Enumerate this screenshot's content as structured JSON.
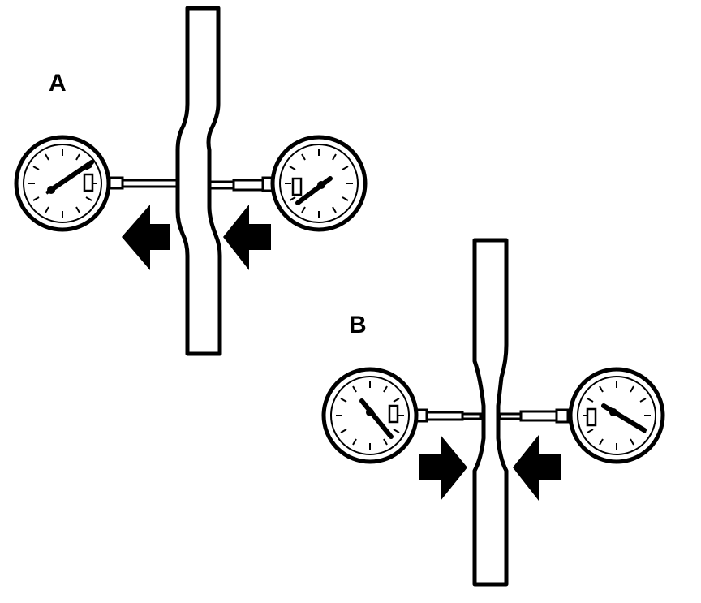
{
  "labels": {
    "a": "A",
    "b": "B"
  },
  "colors": {
    "stroke": "#000000",
    "fill": "#ffffff",
    "arrow": "#000000"
  },
  "icons": {
    "gauge": "pressure-gauge-icon",
    "arrow": "flow-arrow-icon"
  },
  "figures": [
    {
      "id": "A",
      "pipe_shape": "offset-bend",
      "flow_direction": "left"
    },
    {
      "id": "B",
      "pipe_shape": "constriction",
      "flow_direction": "inward"
    }
  ]
}
